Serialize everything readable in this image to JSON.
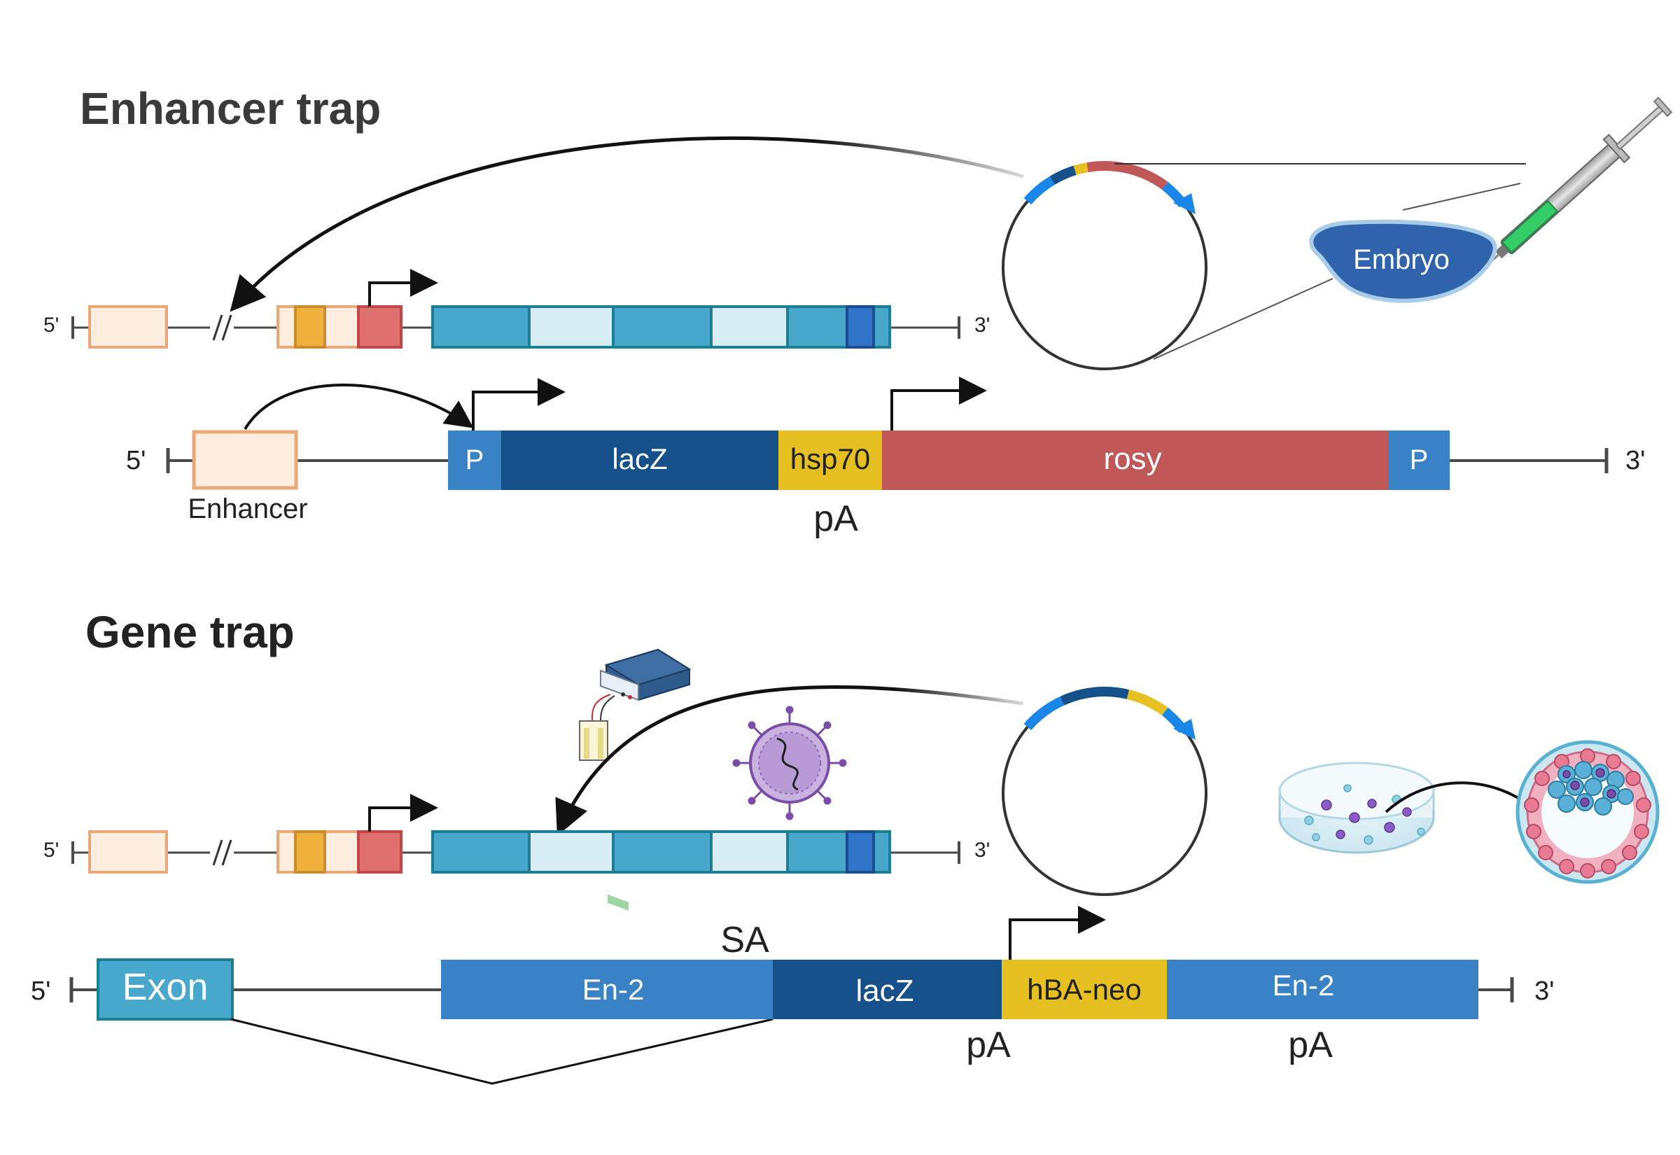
{
  "enhancer_trap": {
    "title": "Enhancer trap",
    "genome": {
      "five_prime": "5'",
      "three_prime": "3'"
    },
    "embryo_label": "Embryo",
    "construct": {
      "five_prime": "5'",
      "three_prime": "3'",
      "enhancer_label": "Enhancer",
      "promoter_left": "P",
      "lacz": "lacZ",
      "hsp70": "hsp70",
      "pa": "pA",
      "rosy": "rosy",
      "promoter_right": "P"
    }
  },
  "gene_trap": {
    "title": "Gene trap",
    "genome": {
      "five_prime": "5'",
      "three_prime": "3'"
    },
    "construct": {
      "five_prime": "5'",
      "three_prime": "3'",
      "exon": "Exon",
      "sa": "SA",
      "en2_left": "En-2",
      "lacz": "lacZ",
      "pa_left": "pA",
      "hba_neo": "hBA-neo",
      "en2_right": "En-2",
      "pa_right": "pA"
    }
  },
  "colors": {
    "dark_text": "#3a3a3a",
    "line": "#4a4a4a",
    "enhancer_fill": "#fdeee0",
    "enhancer_stroke": "#e8a877",
    "orange": "#f0b03c",
    "salmon": "#e07070",
    "teal": "#47a8cc",
    "teal_light": "#d6eef4",
    "teal_stroke": "#1e7e96",
    "blue_promoter": "#3a82c6",
    "navy": "#16508a",
    "yellow": "#e6c020",
    "rosy_red": "#c05858",
    "bright_blue": "#1a86e8",
    "embryo_blue": "#2f64ad"
  }
}
